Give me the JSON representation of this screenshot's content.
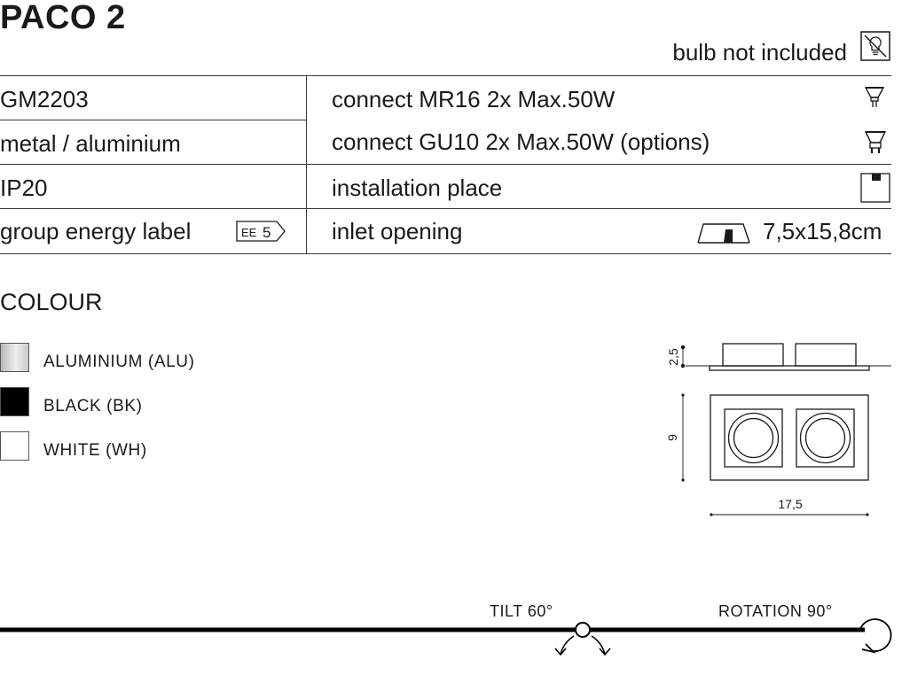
{
  "header": {
    "title": "PACO 2",
    "bulb_note": "bulb not included",
    "bulb_icon": "crossed-bulb-icon"
  },
  "specs": {
    "left": [
      {
        "text": "GM2203"
      },
      {
        "text": "metal / aluminium"
      },
      {
        "text": "IP20"
      },
      {
        "text": "group energy label",
        "badge_prefix": "EE",
        "badge_value": "5"
      }
    ],
    "right": [
      {
        "text": "connect MR16 2x Max.50W",
        "icon": "mr16-bulb-icon"
      },
      {
        "text": "connect GU10 2x Max.50W (options)",
        "icon": "gu10-bulb-icon"
      },
      {
        "text": "installation place",
        "icon": "ceiling-installation-icon"
      },
      {
        "text": "inlet opening",
        "icon": "inlet-opening-icon",
        "value": "7,5x15,8cm"
      }
    ]
  },
  "colour": {
    "heading": "COLOUR",
    "options": [
      {
        "label": "ALUMINIUM (ALU)",
        "color": "#d2d2d2"
      },
      {
        "label": "BLACK (BK)",
        "color": "#000000"
      },
      {
        "label": "WHITE (WH)",
        "color": "#ffffff"
      }
    ]
  },
  "drawing": {
    "height_dim": "2,5",
    "width_dim": "9",
    "length_dim": "17,5"
  },
  "adjust": {
    "tilt_label": "TILT 60°",
    "rotation_label": "ROTATION 90°"
  }
}
